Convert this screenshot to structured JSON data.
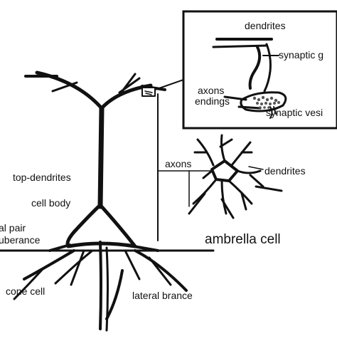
{
  "labels": {
    "inset_dendrites": "dendrites",
    "inset_synaptic_gap": "synaptic g",
    "inset_axons_endings_1": "axons",
    "inset_axons_endings_2": "endings",
    "inset_synaptic_vesicle": "synaptic vesi",
    "axons": "axons",
    "dendrites": "dendrites",
    "top_dendrites": "top-dendrites",
    "cell_body": "cell body",
    "lateral_pair_1": "al pair",
    "lateral_pair_2": "uberance",
    "ambrella_cell": "ambrella cell",
    "cone_cell": "cone cell",
    "lateral_brance": "lateral brance"
  },
  "colors": {
    "ink": "#111111",
    "background": "#ffffff"
  }
}
